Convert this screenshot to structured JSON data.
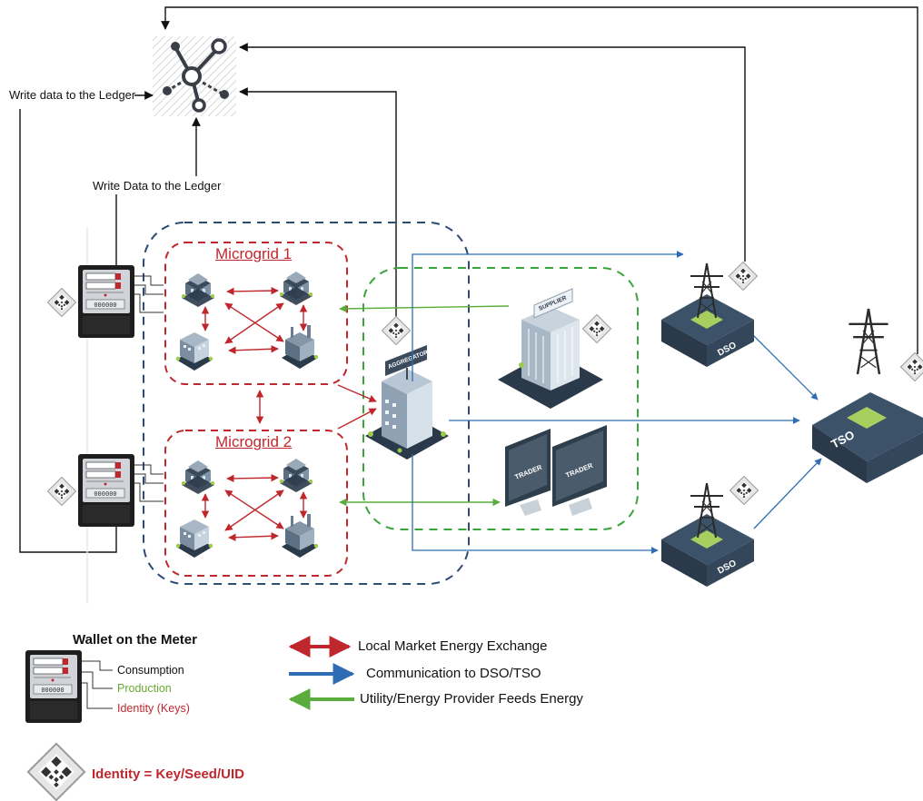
{
  "labels": {
    "write_data_left": "Write data to the Ledger",
    "write_data_center": "Write Data to the Ledger"
  },
  "microgrids": {
    "mg1": "Microgrid 1",
    "mg2": "Microgrid 2"
  },
  "signs": {
    "aggregators": "AGGREGATORS",
    "supplier": "SUPPLIER",
    "trader": "TRADER",
    "dso": "DSO",
    "tso": "TSO"
  },
  "legend": {
    "wallet_title": "Wallet on the Meter",
    "consumption": "Consumption",
    "production": "Production",
    "identity_keys": "Identity (Keys)",
    "local_market": "Local Market Energy Exchange",
    "communication": "Communication to DSO/TSO",
    "utility": "Utility/Energy Provider Feeds Energy",
    "identity_def": "Identity = Key/Seed/UID"
  },
  "colors": {
    "red": "#c0272d",
    "blue": "#2e6db4",
    "green": "#5aad3c",
    "navy_dash": "#2c4a73",
    "green_dash": "#3aa33a",
    "dark": "#2b3a4a",
    "production_green": "#6aa832"
  }
}
